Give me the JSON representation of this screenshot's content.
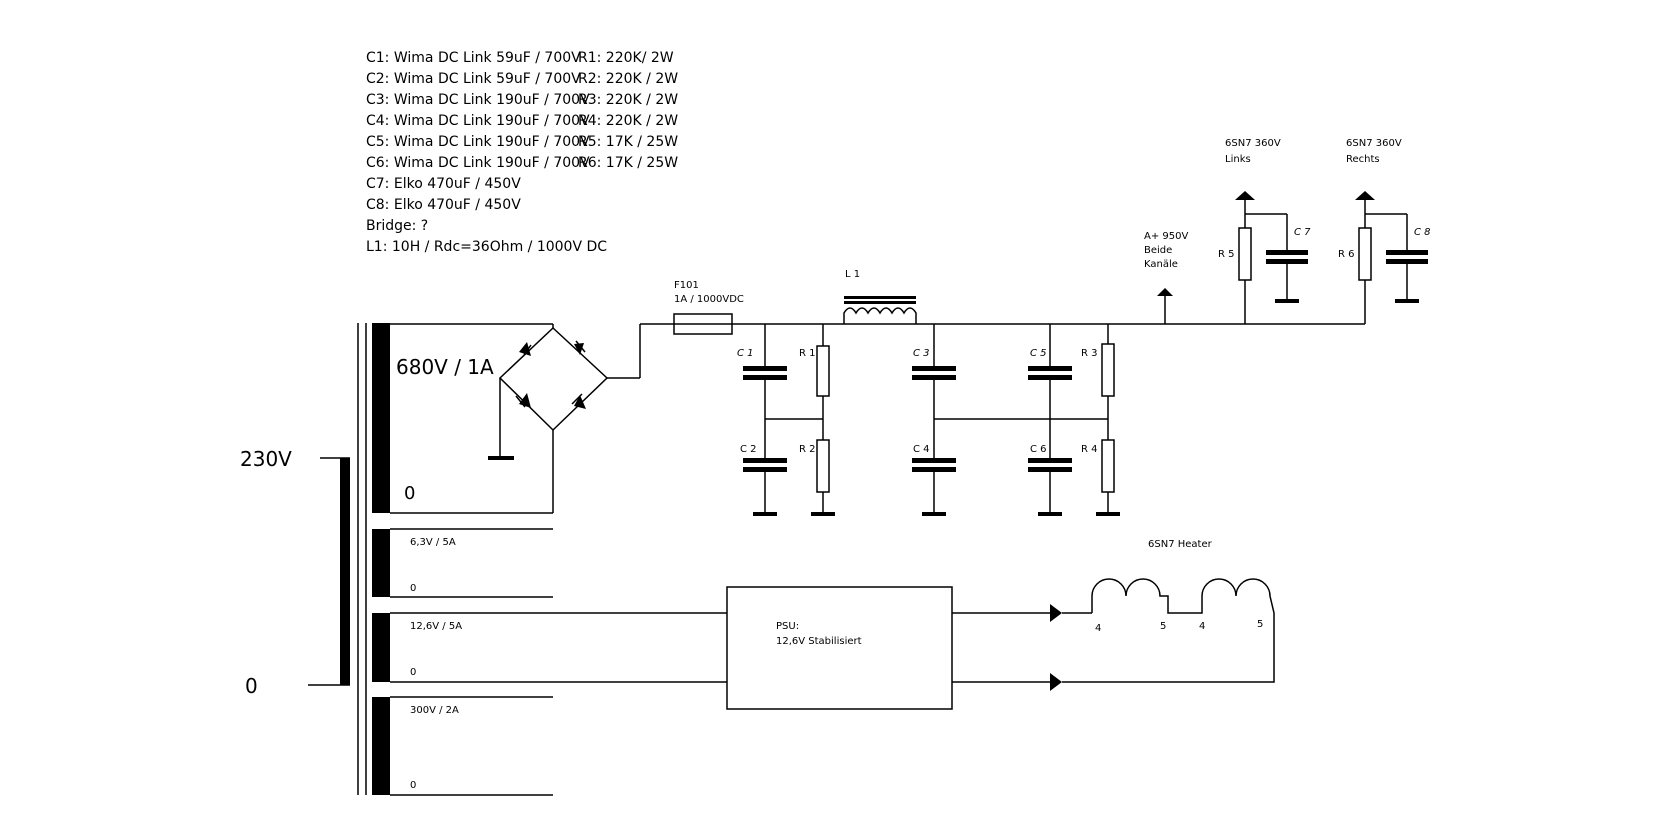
{
  "parts_list_left": [
    "C1: Wima DC Link 59uF / 700V",
    "C2: Wima DC Link 59uF / 700V",
    "C3: Wima DC Link 190uF / 700V",
    "C4: Wima DC Link 190uF / 700V",
    "C5: Wima DC Link 190uF / 700V",
    "C6: Wima DC Link 190uF / 700V",
    "C7: Elko 470uF / 450V",
    "C8: Elko 470uF / 450V",
    "Bridge: ?",
    "L1: 10H / Rdc=36Ohm / 1000V DC"
  ],
  "parts_list_right": [
    "R1: 220K/ 2W",
    "R2: 220K / 2W",
    "R3: 220K / 2W",
    "R4: 220K / 2W",
    "R5:  17K / 25W",
    "R6:  17K / 25W"
  ],
  "primary": {
    "top": "230V",
    "bottom": "0"
  },
  "secondaries": {
    "hv": {
      "voltage": "680V / 1A",
      "zero": "0"
    },
    "s2": {
      "voltage": "6,3V / 5A",
      "zero": "0"
    },
    "s3": {
      "voltage": "12,6V / 5A",
      "zero": "0"
    },
    "s4": {
      "voltage": "300V / 2A",
      "zero": "0"
    }
  },
  "fuse": {
    "name": "F101",
    "rating": "1A / 1000VDC"
  },
  "choke": "L 1",
  "caps": {
    "c1": "C 1",
    "c2": "C 2",
    "c3": "C 3",
    "c4": "C 4",
    "c5": "C 5",
    "c6": "C 6",
    "c7": "C 7",
    "c8": "C 8"
  },
  "resistors": {
    "r1": "R 1",
    "r2": "R 2",
    "r3": "R 3",
    "r4": "R 4",
    "r5": "R 5",
    "r6": "R 6"
  },
  "hv_output": {
    "line1": "A+ 950V",
    "line2": "Beide",
    "line3": "Kanäle"
  },
  "tube_links": {
    "line1": "6SN7 360V",
    "line2": "Links"
  },
  "tube_rechts": {
    "line1": "6SN7 360V",
    "line2": "Rechts"
  },
  "psu": {
    "line1": "PSU:",
    "line2": "12,6V Stabilisiert"
  },
  "heater": {
    "title": "6SN7 Heater",
    "pins": [
      "4",
      "5",
      "4",
      "5"
    ]
  }
}
